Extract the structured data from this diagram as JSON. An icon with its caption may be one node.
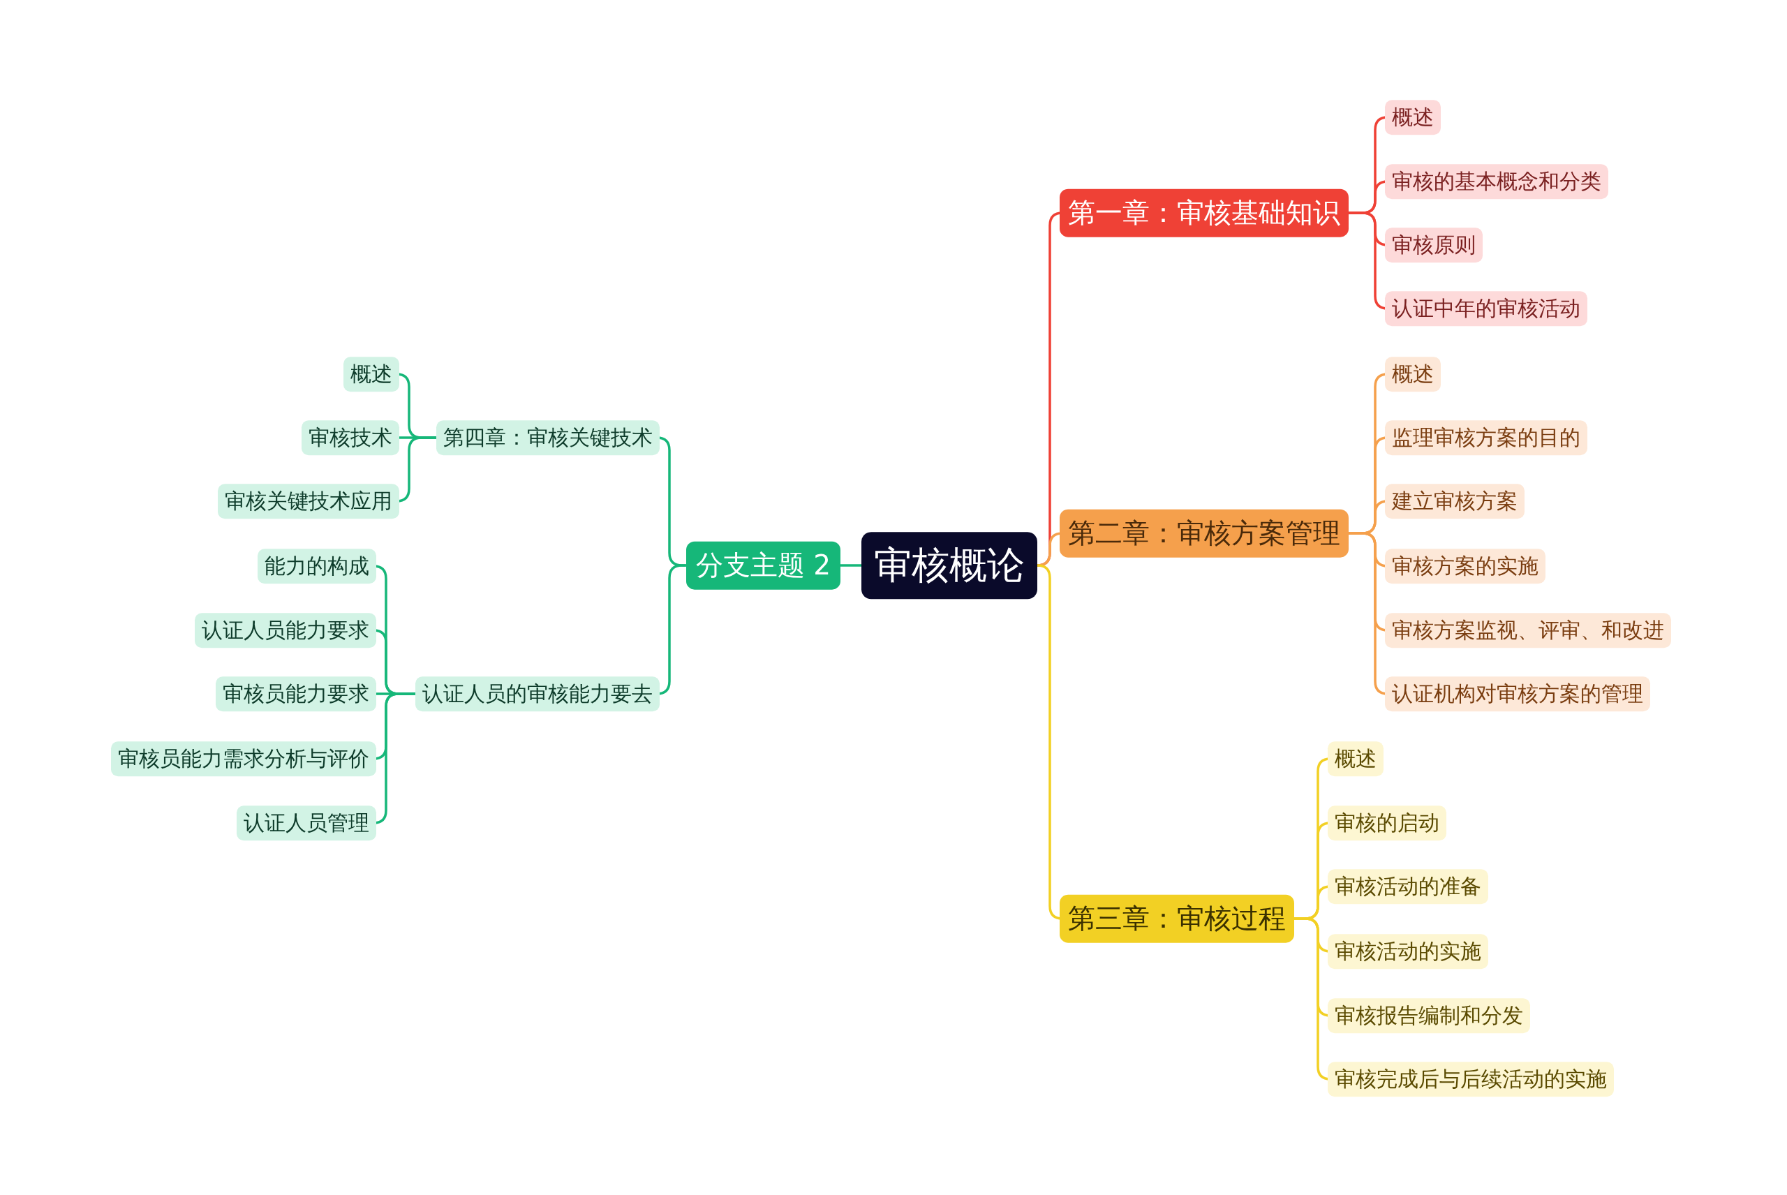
{
  "diagram": {
    "nodes": [
      {
        "text": [
          "审核概论"
        ]
      },
      {
        "text": [
          "第一章：审核基础知识"
        ]
      },
      {
        "text": [
          "概述"
        ]
      },
      {
        "text": [
          "审核的基本概念和分类"
        ]
      },
      {
        "text": [
          "审核原则"
        ]
      },
      {
        "text": [
          "认证中年的审核活动"
        ]
      },
      {
        "text": [
          "第二章：审核方案管理"
        ]
      },
      {
        "text": [
          "概述"
        ]
      },
      {
        "text": [
          "监理审核方案的目的"
        ]
      },
      {
        "text": [
          "建立审核方案"
        ]
      },
      {
        "text": [
          "审核方案的实施"
        ]
      },
      {
        "text": [
          "审核方案监视、评审、和改进"
        ]
      },
      {
        "text": [
          "认证机构对审核方案的管理"
        ]
      },
      {
        "text": [
          "第三章：审核过程"
        ]
      },
      {
        "text": [
          "概述"
        ]
      },
      {
        "text": [
          "审核的启动"
        ]
      },
      {
        "text": [
          "审核活动的准备"
        ]
      },
      {
        "text": [
          "审核活动的实施"
        ]
      },
      {
        "text": [
          "审核报告编制和分发"
        ]
      },
      {
        "text": [
          "审核完成后与后续活动的实施"
        ]
      },
      {
        "text": [
          "分支主题 2"
        ]
      },
      {
        "text": [
          "第四章：审核关键技术"
        ]
      },
      {
        "text": [
          "概述"
        ]
      },
      {
        "text": [
          "审核技术"
        ]
      },
      {
        "text": [
          "审核关键技术应用"
        ]
      },
      {
        "text": [
          "认证人员的审核能力要去"
        ]
      },
      {
        "text": [
          "能力的构成"
        ]
      },
      {
        "text": [
          "认证人员能力要求"
        ]
      },
      {
        "text": [
          "审核员能力要求"
        ]
      },
      {
        "text": [
          "审核员能力需求分析与评价"
        ]
      },
      {
        "text": [
          "认证人员管理"
        ]
      }
    ],
    "edges": [
      {
        "from": 0,
        "to": 1,
        "arrow": "none",
        "color": "#ef4136"
      },
      {
        "from": 1,
        "to": 2,
        "arrow": "none",
        "color": "#ef4136"
      },
      {
        "from": 1,
        "to": 3,
        "arrow": "none",
        "color": "#ef4136"
      },
      {
        "from": 1,
        "to": 4,
        "arrow": "none",
        "color": "#ef4136"
      },
      {
        "from": 1,
        "to": 5,
        "arrow": "none",
        "color": "#ef4136"
      },
      {
        "from": 0,
        "to": 6,
        "arrow": "none",
        "color": "#f5a04c"
      },
      {
        "from": 6,
        "to": 7,
        "arrow": "none",
        "color": "#f5a04c"
      },
      {
        "from": 6,
        "to": 8,
        "arrow": "none",
        "color": "#f5a04c"
      },
      {
        "from": 6,
        "to": 9,
        "arrow": "none",
        "color": "#f5a04c"
      },
      {
        "from": 6,
        "to": 10,
        "arrow": "none",
        "color": "#f5a04c"
      },
      {
        "from": 6,
        "to": 11,
        "arrow": "none",
        "color": "#f5a04c"
      },
      {
        "from": 6,
        "to": 12,
        "arrow": "none",
        "color": "#f5a04c"
      },
      {
        "from": 0,
        "to": 13,
        "arrow": "none",
        "color": "#f2d024"
      },
      {
        "from": 13,
        "to": 14,
        "arrow": "none",
        "color": "#f2d024"
      },
      {
        "from": 13,
        "to": 15,
        "arrow": "none",
        "color": "#f2d024"
      },
      {
        "from": 13,
        "to": 16,
        "arrow": "none",
        "color": "#f2d024"
      },
      {
        "from": 13,
        "to": 17,
        "arrow": "none",
        "color": "#f2d024"
      },
      {
        "from": 13,
        "to": 18,
        "arrow": "none",
        "color": "#f2d024"
      },
      {
        "from": 13,
        "to": 19,
        "arrow": "none",
        "color": "#f2d024"
      },
      {
        "from": 0,
        "to": 20,
        "arrow": "none"
      },
      {
        "from": 20,
        "to": 21,
        "arrow": "none"
      },
      {
        "from": 21,
        "to": 22,
        "arrow": "none"
      },
      {
        "from": 21,
        "to": 23,
        "arrow": "none"
      },
      {
        "from": 21,
        "to": 24,
        "arrow": "none"
      },
      {
        "from": 20,
        "to": 25,
        "arrow": "none"
      },
      {
        "from": 25,
        "to": 26,
        "arrow": "none"
      },
      {
        "from": 25,
        "to": 27,
        "arrow": "none"
      },
      {
        "from": 25,
        "to": 28,
        "arrow": "none"
      },
      {
        "from": 25,
        "to": 29,
        "arrow": "none"
      },
      {
        "from": 25,
        "to": 30,
        "arrow": "none"
      }
    ]
  }
}
